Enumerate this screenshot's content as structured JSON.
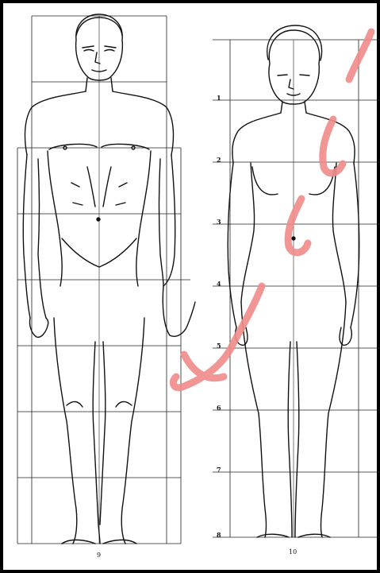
{
  "figures": [
    {
      "label": "9",
      "subject": "male-figure"
    },
    {
      "label": "10",
      "subject": "female-figure"
    }
  ],
  "female_grid_rows": [
    "1",
    "2",
    "3",
    "4",
    "5",
    "6",
    "7",
    "8"
  ],
  "watermark": {
    "color": "#f08a8a",
    "text": "بوغدي"
  },
  "colors": {
    "line": "#111111",
    "grid": "#222222",
    "background": "#ffffff",
    "frame": "#000000"
  }
}
